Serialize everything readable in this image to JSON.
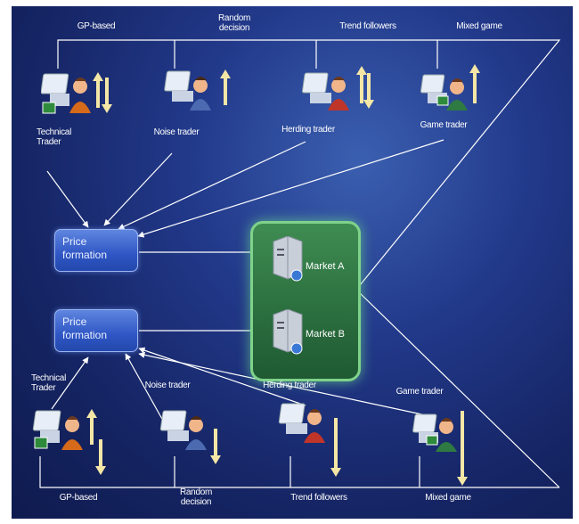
{
  "top_row": {
    "categories": [
      "GP-based",
      "Random\ndecision",
      "Trend followers",
      "Mixed game"
    ],
    "traders": [
      "Technical\nTrader",
      "Noise trader",
      "Herding trader",
      "Game trader"
    ]
  },
  "bottom_row": {
    "categories": [
      "GP-based",
      "Random\ndecision",
      "Trend followers",
      "Mixed game"
    ],
    "traders": [
      "Technical\nTrader",
      "Noise trader",
      "Herding trader",
      "Game trader"
    ]
  },
  "price_formation_top": "Price\nformation",
  "price_formation_bottom": "Price\nformation",
  "markets": [
    "Market A",
    "Market B"
  ],
  "icons": {
    "trader": "trader-computer-icon",
    "server": "server-icon",
    "arrows": "up-down-arrows-icon"
  },
  "colors": {
    "background": "#1a2b6e",
    "price_box": "#3a62cf",
    "market_box": "#2f7a45",
    "arrow": "#f4e7a6",
    "connector": "#ffffff"
  }
}
